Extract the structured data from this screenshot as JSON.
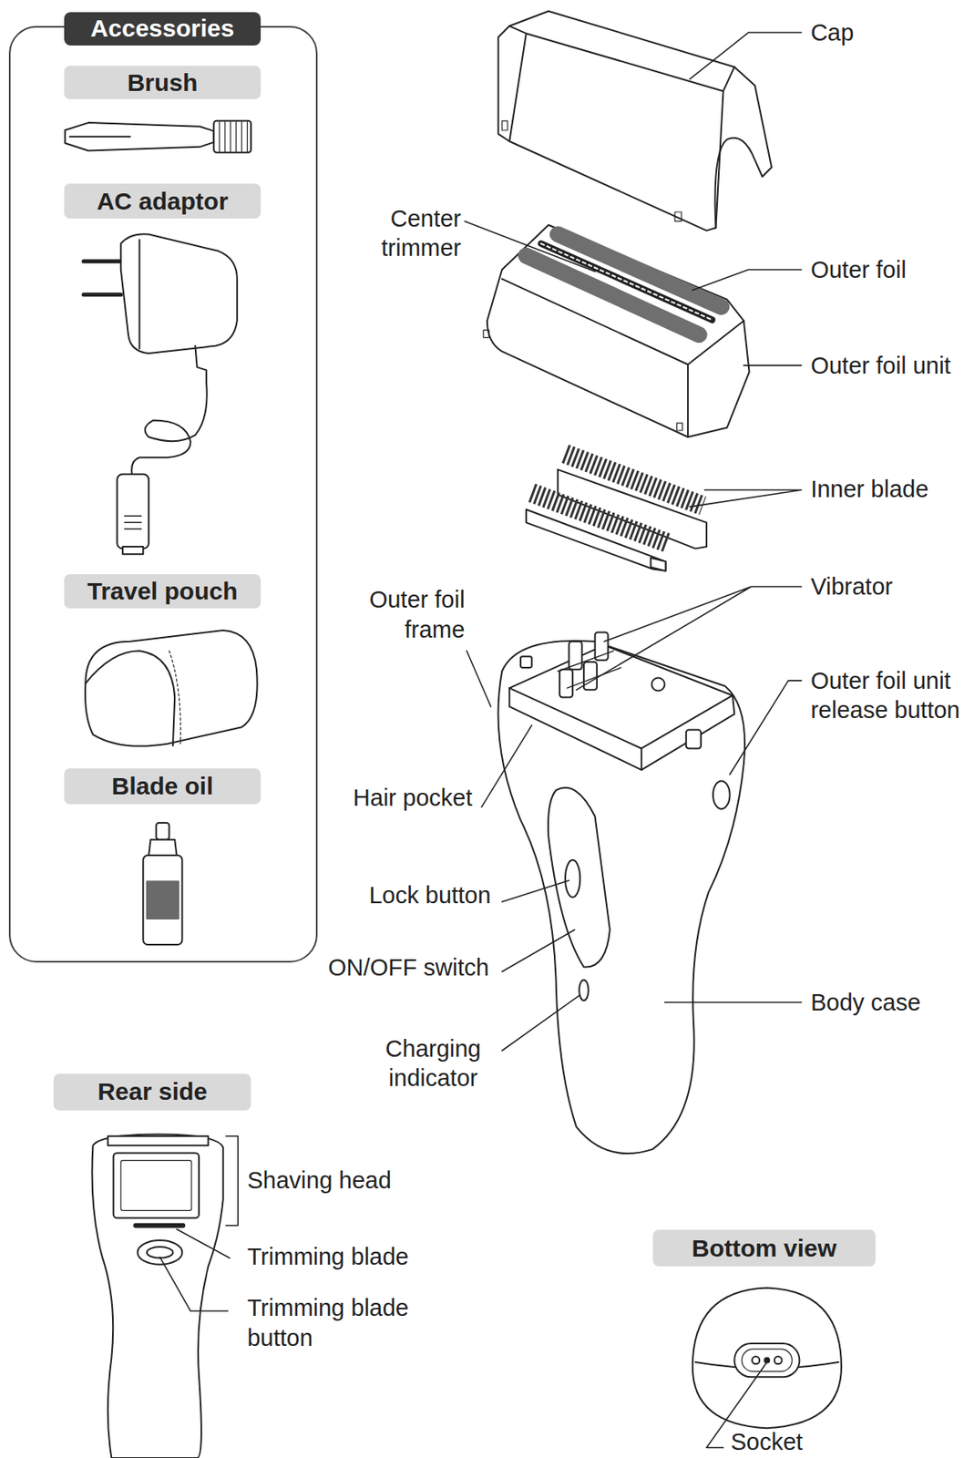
{
  "diagram": {
    "nodes": [
      {
        "text": [
          "Accessories"
        ]
      },
      {
        "text": [
          "Brush"
        ],
        "in": 0
      },
      {
        "text": [
          "AC adaptor"
        ],
        "in": 0
      },
      {
        "text": [
          "Travel pouch"
        ],
        "in": 0
      },
      {
        "text": [
          "Blade oil"
        ],
        "in": 0
      },
      {
        "text": [
          "Rear side"
        ]
      },
      {
        "text": [
          "Bottom view"
        ]
      }
    ],
    "labels": [
      "Cap",
      "Center trimmer",
      "Outer foil",
      "Outer foil unit",
      "Inner blade",
      "Vibrator",
      "Outer foil frame",
      "Outer foil unit release button",
      "Hair pocket",
      "Lock button",
      "ON/OFF switch",
      "Charging indicator",
      "Body case",
      "Shaving head",
      "Trimming blade",
      "Trimming blade button",
      "Socket"
    ]
  }
}
